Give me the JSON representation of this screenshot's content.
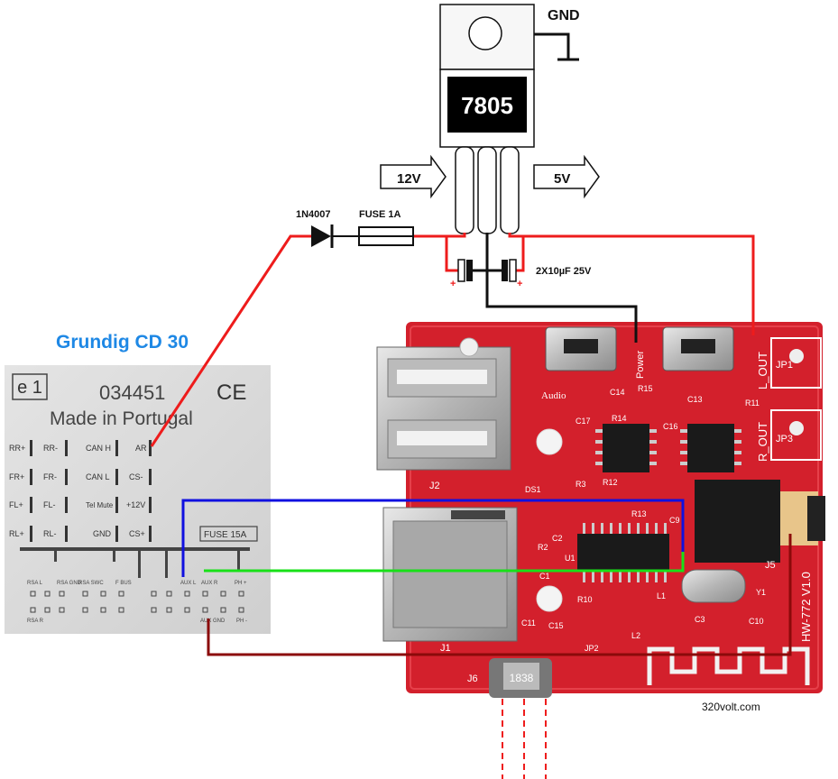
{
  "regulator": {
    "part": "7805",
    "ground_label": "GND",
    "input_label": "12V",
    "output_label": "5V"
  },
  "components": {
    "diode": "1N4007",
    "fuse": "FUSE 1A",
    "capacitors": "2X10µF 25V"
  },
  "radio": {
    "title": "Grundig CD 30",
    "approval_mark": "e 1",
    "serial": "034451",
    "ce_mark": "CE",
    "origin": "Made in Portugal",
    "pin_labels": {
      "rr_plus": "RR+",
      "rr_minus": "RR-",
      "can_h": "CAN H",
      "ar": "AR",
      "fr_plus": "FR+",
      "fr_minus": "FR-",
      "can_l": "CAN L",
      "cs_minus": "CS-",
      "fl_plus": "FL+",
      "fl_minus": "FL-",
      "tel_mute": "Tel Mute",
      "plus_12v": "+12V",
      "rl_plus": "RL+",
      "rl_minus": "RL-",
      "gnd": "GND",
      "cs_plus": "CS+",
      "fuse": "FUSE 15A",
      "rsa_l": "RSA L",
      "rsa_gnd": "RSA GND",
      "rsa_swc": "RSA SWC",
      "f_bus": "F BUS",
      "aux_l": "AUX L",
      "aux_r": "AUX R",
      "ph_plus": "PH +",
      "rsa_r": "RSA R",
      "aux_gnd": "AUX GND",
      "ph_minus": "PH -"
    }
  },
  "board": {
    "model": "HW-772 V1.0",
    "labels": {
      "power": "Power",
      "audio": "Audio",
      "l_out": "L_OUT",
      "r_out": "R_OUT",
      "jp1": "JP1",
      "jp3": "JP3",
      "j1": "J1",
      "j2": "J2",
      "j5": "J5",
      "j6": "J6",
      "jp2": "JP2",
      "c14": "C14",
      "r15": "R15",
      "c13": "C13",
      "r14": "R14",
      "c16": "C16",
      "r11": "R11",
      "c17": "C17",
      "r12": "R12",
      "r13": "R13",
      "r3": "R3",
      "c9": "C9",
      "r2": "R2",
      "c2": "C2",
      "u1": "U1",
      "c1": "C1",
      "r10": "R10",
      "l1": "L1",
      "c3": "C3",
      "c10": "C10",
      "c11": "C11",
      "c15": "C15",
      "l2": "L2",
      "ds1": "DS1",
      "y1": "Y1",
      "ir": "1838"
    }
  },
  "credit": "320volt.com",
  "colors": {
    "power_wire": "#ee1c1c",
    "ground_wire": "#111111",
    "aux_left_wire": "#1010e0",
    "aux_right_wire": "#18e018",
    "aux_ground_wire": "#8b0a0a",
    "board": "#d3202c",
    "title": "#1e88e5"
  }
}
